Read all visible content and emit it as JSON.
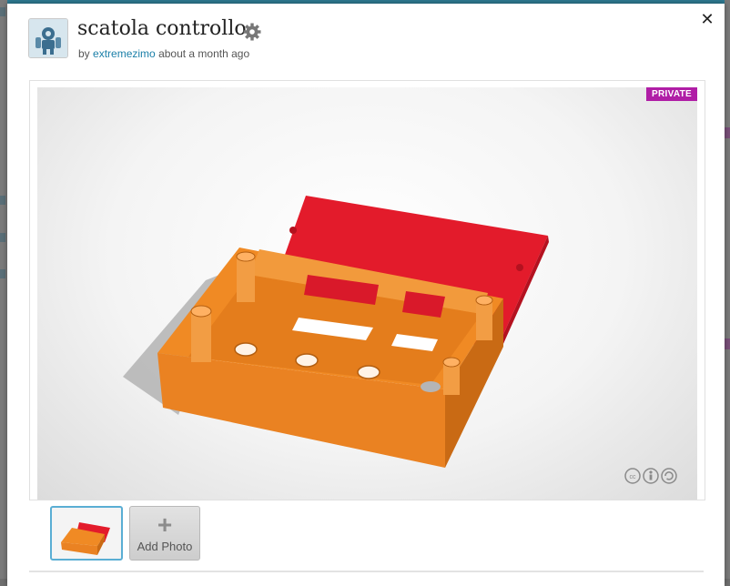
{
  "modal": {
    "title": "scatola controllo",
    "by_prefix": "by",
    "author": "extremezimo",
    "time_ago": "about a month ago",
    "close_glyph": "✕"
  },
  "viewer": {
    "badge": "PRIVATE",
    "license_icons": [
      "cc-icon",
      "attribution-icon",
      "share-alike-icon"
    ]
  },
  "gallery": {
    "add_photo_plus": "+",
    "add_photo_label": "Add Photo"
  },
  "colors": {
    "accent_link": "#1a7fa8",
    "badge": "#b01ea6",
    "model_body": "#f08a24",
    "model_lid": "#e8202f",
    "thumb_border": "#5aaed4"
  }
}
